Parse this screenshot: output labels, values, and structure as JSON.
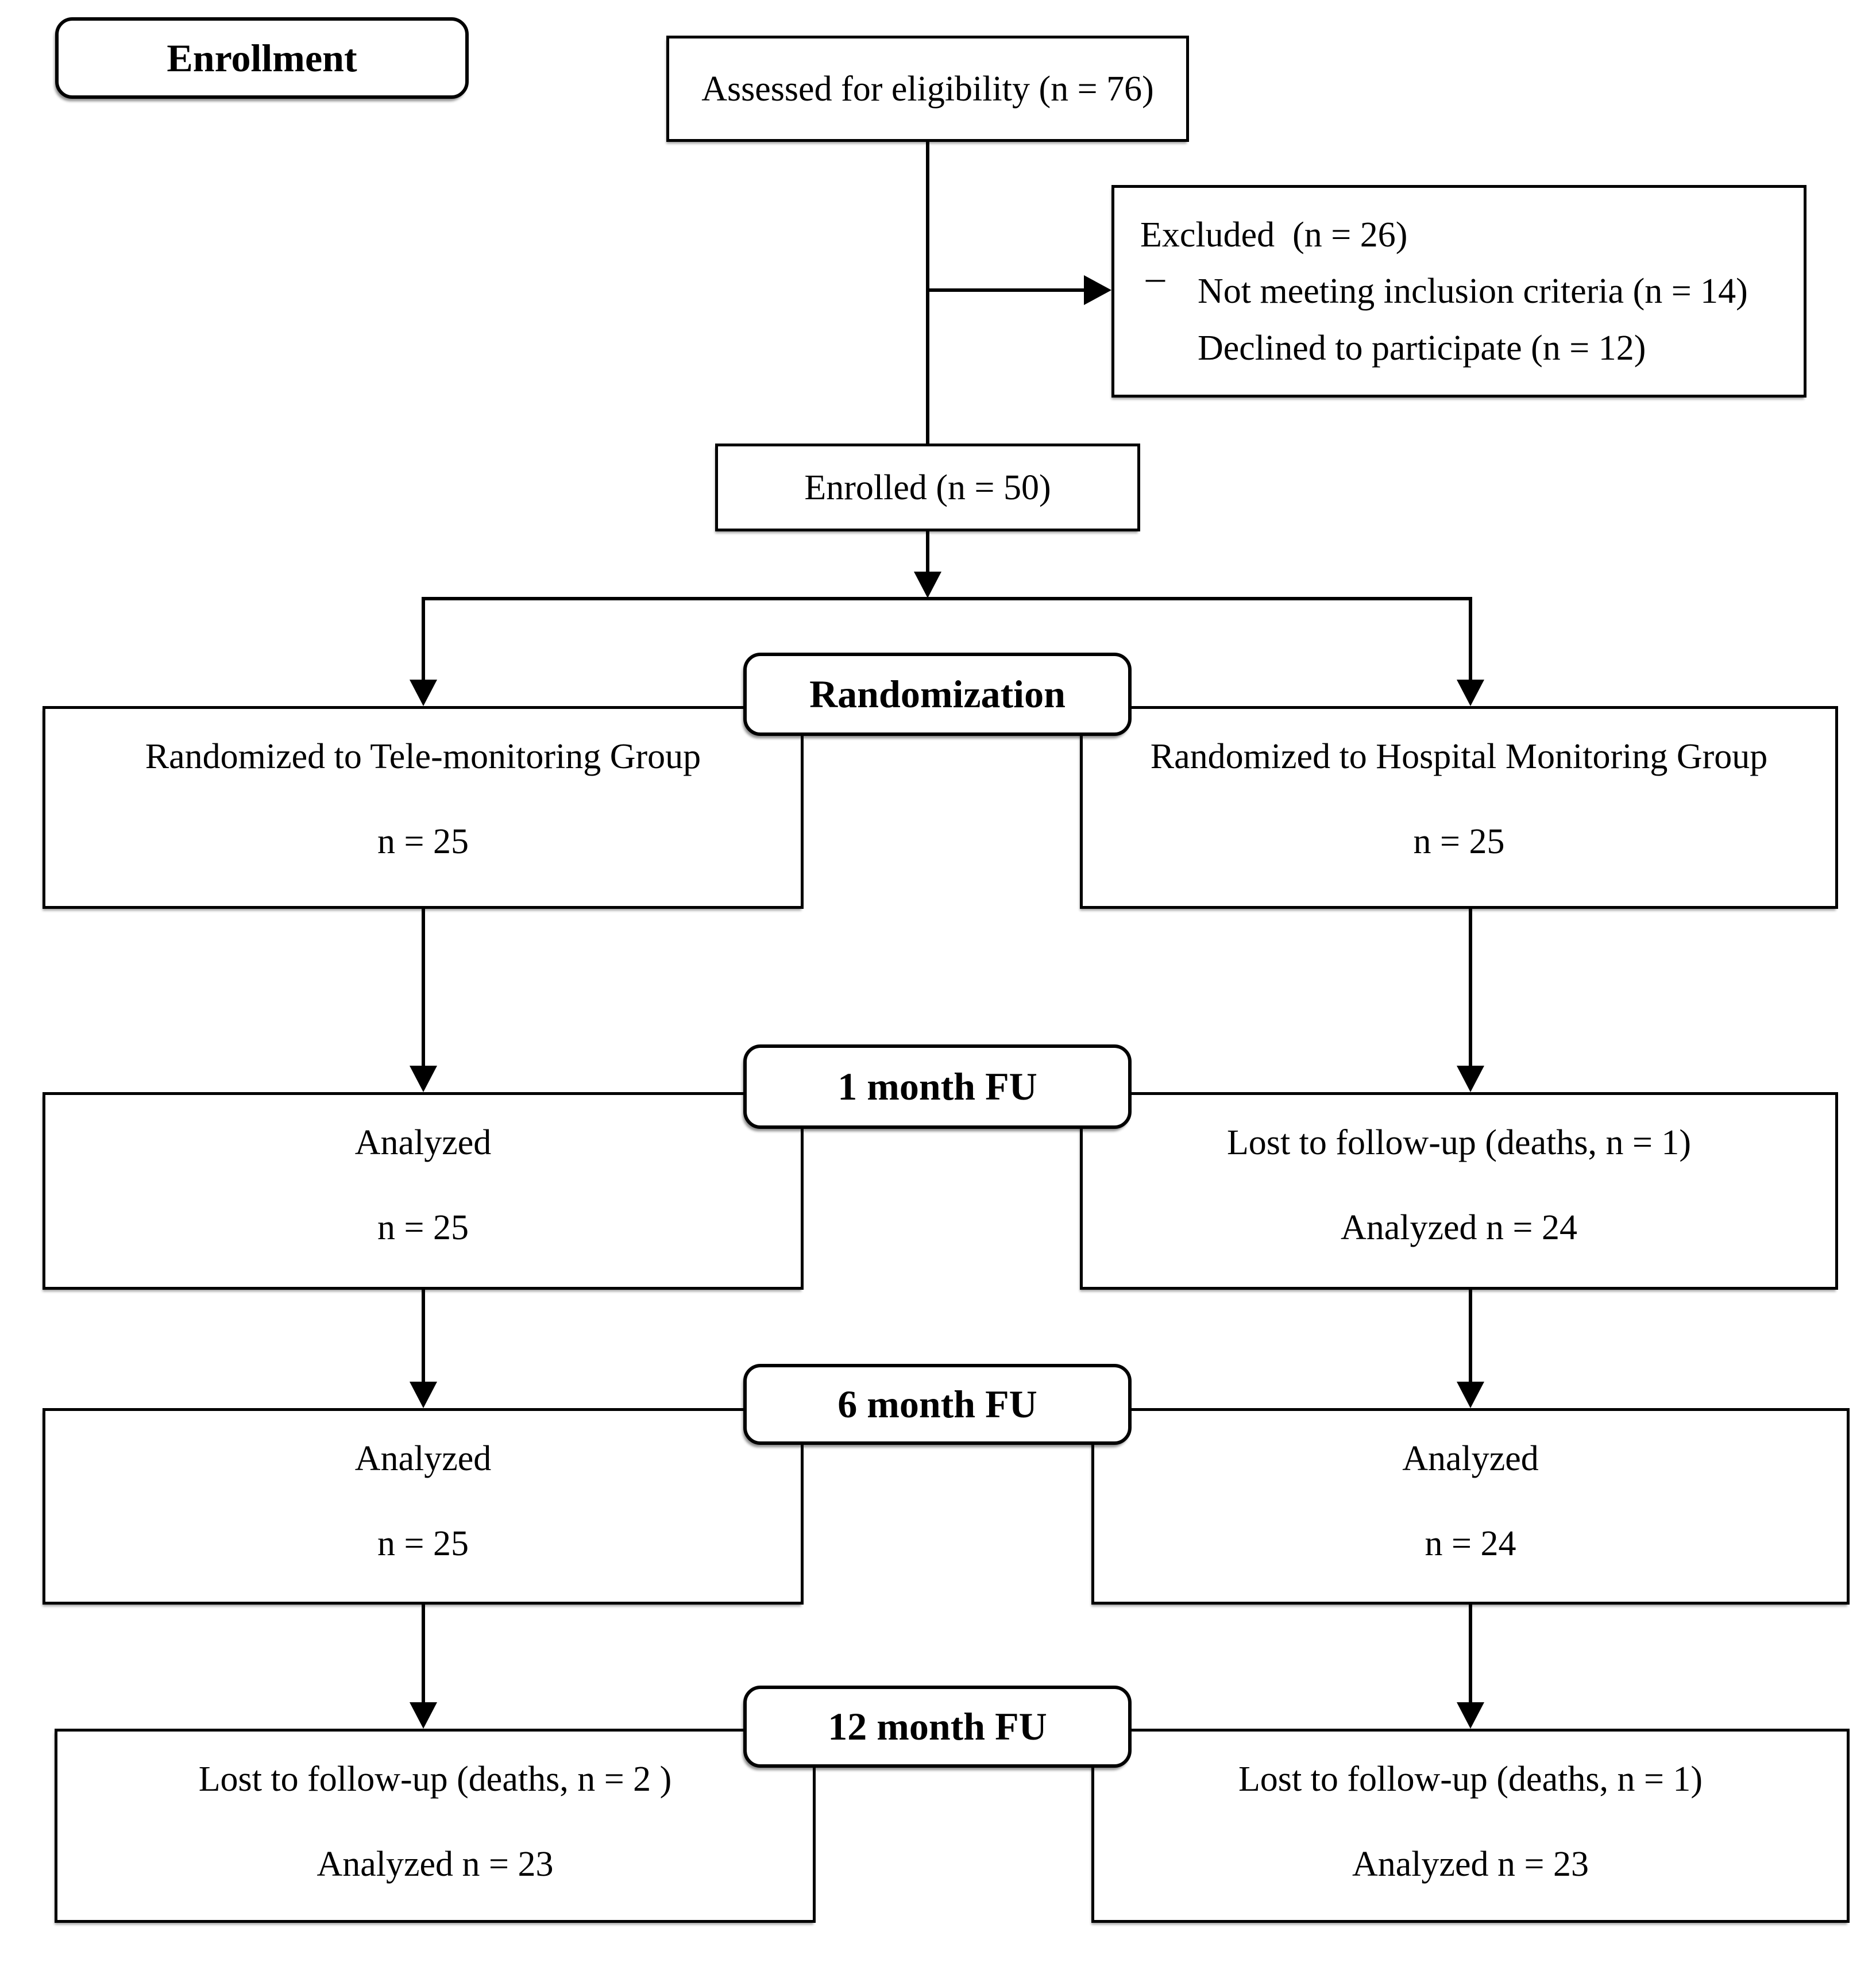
{
  "stages": {
    "enrollment": "Enrollment",
    "randomization": "Randomization",
    "fu_1_month": "1 month FU",
    "fu_6_month": "6 month FU",
    "fu_12_month": "12 month FU"
  },
  "nodes": {
    "assessed": {
      "text": "Assessed for eligibility (n = 76)"
    },
    "excluded": {
      "title": "Excluded  (n = 26)",
      "bullet": "–",
      "items": [
        "Not meeting inclusion criteria (n = 14)",
        "Declined to participate (n = 12)"
      ]
    },
    "enrolled": {
      "text": "Enrolled (n = 50)"
    },
    "randomized_tele": {
      "line1": "Randomized to Tele-monitoring Group",
      "line2": "n = 25"
    },
    "randomized_hospital": {
      "line1": "Randomized to Hospital Monitoring Group",
      "line2": "n = 25"
    },
    "fu1_tele": {
      "line1": "Analyzed",
      "line2": "n = 25"
    },
    "fu1_hospital": {
      "line1": "Lost to follow-up (deaths, n = 1)",
      "line2": "Analyzed n = 24"
    },
    "fu6_tele": {
      "line1": "Analyzed",
      "line2": "n = 25"
    },
    "fu6_hospital": {
      "line1": "Analyzed",
      "line2": "n = 24"
    },
    "fu12_tele": {
      "line1": "Lost to follow-up (deaths, n = 2 )",
      "line2": "Analyzed n = 23"
    },
    "fu12_hospital": {
      "line1": "Lost to follow-up (deaths, n = 1)",
      "line2": "Analyzed n = 23"
    }
  },
  "colors": {
    "line": "#000000",
    "text": "#000000",
    "box_fill": "#ffffff",
    "background": "#ffffff"
  }
}
